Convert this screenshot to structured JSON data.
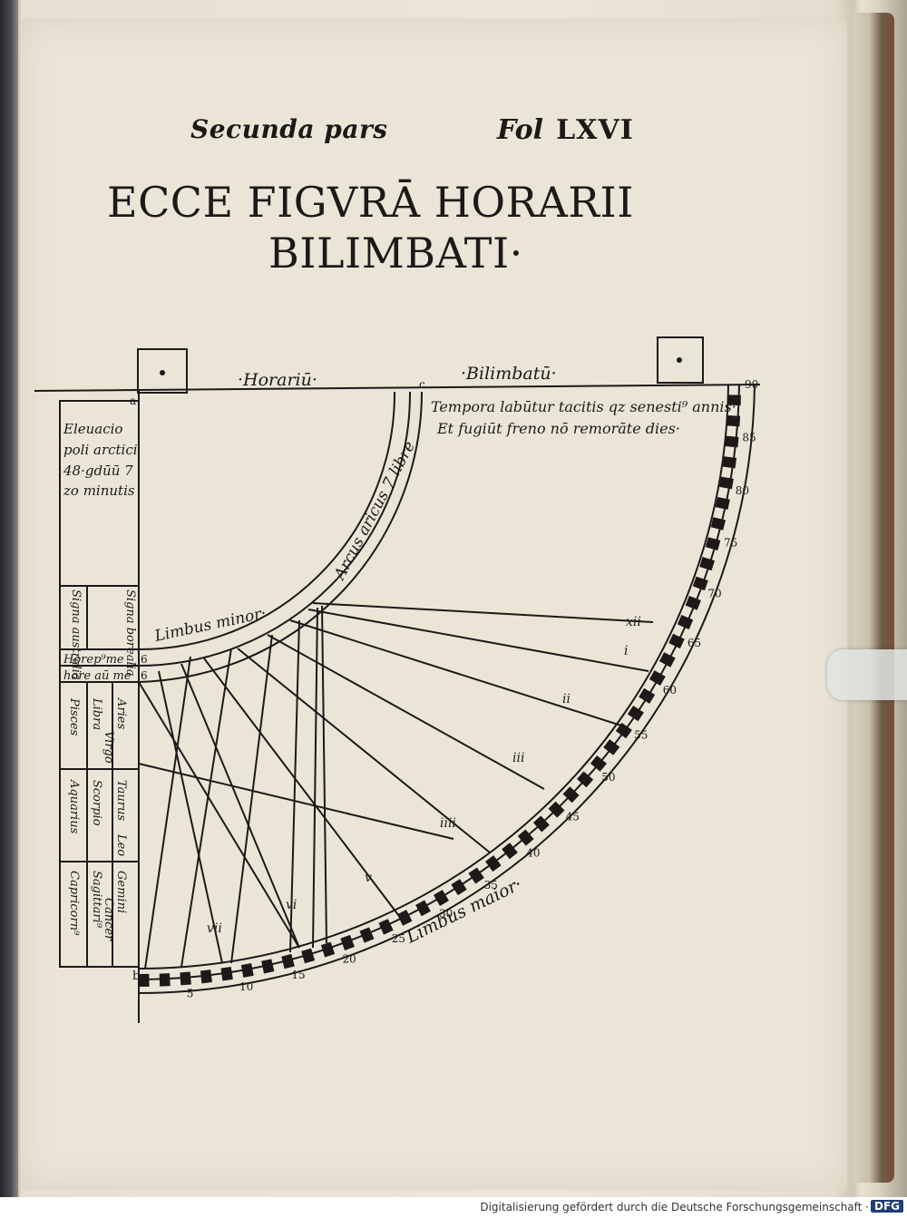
{
  "header": {
    "left": "Secunda pars",
    "fol": "Fol",
    "folio_number": "LXVI"
  },
  "title": {
    "line1": "ECCE FIGVRĀ HORARII",
    "line2": "BILIMBATI·"
  },
  "figure": {
    "label_horarium": "·Horariū·",
    "label_bilimbatum": "·Bilimbatū·",
    "verse_line1": "Tempora labūtur tacitis qz senesti⁹ annis·",
    "verse_line2": "Et fugiūt freno nō remorāte dies·",
    "elevation_lines": [
      "Eleuacio",
      "poli arctici",
      "48·gdūū 7",
      "zo minutis"
    ],
    "arcus_label": "Arcus aricus 7 libre",
    "limbus_minor": "Limbus minor·",
    "limbus_maior": "Limbus maior·",
    "hore_pm": "Horep⁹me",
    "hore_am": "hore aū me",
    "signa_borealia": "Signa borealia",
    "signa_australia": "Signa australia",
    "zodiac_left": [
      "Pisces",
      "Aquarius",
      "Capricorn⁹"
    ],
    "zodiac_mid": [
      "Libra",
      "Virgo",
      "Scorpio",
      "Sagittari⁹"
    ],
    "zodiac_right": [
      "Aries",
      "Taurus",
      "Leo",
      "Gemini",
      "Cancer"
    ],
    "mark_a": "a",
    "mark_b": "b",
    "mark_c": "c",
    "mark_six": "6",
    "scale_numbers": [
      "5",
      "10",
      "15",
      "20",
      "25",
      "30",
      "35",
      "40",
      "45",
      "50",
      "55",
      "60",
      "65",
      "70",
      "75",
      "80",
      "85",
      "90"
    ],
    "hour_marks": [
      "vii",
      "vi",
      "v",
      "iiii",
      "iii",
      "ii",
      "i",
      "xii"
    ]
  },
  "footer": {
    "credit": "Digitalisierung gefördert durch die Deutsche Forschungsgemeinschaft ·",
    "logo": "DFG"
  }
}
